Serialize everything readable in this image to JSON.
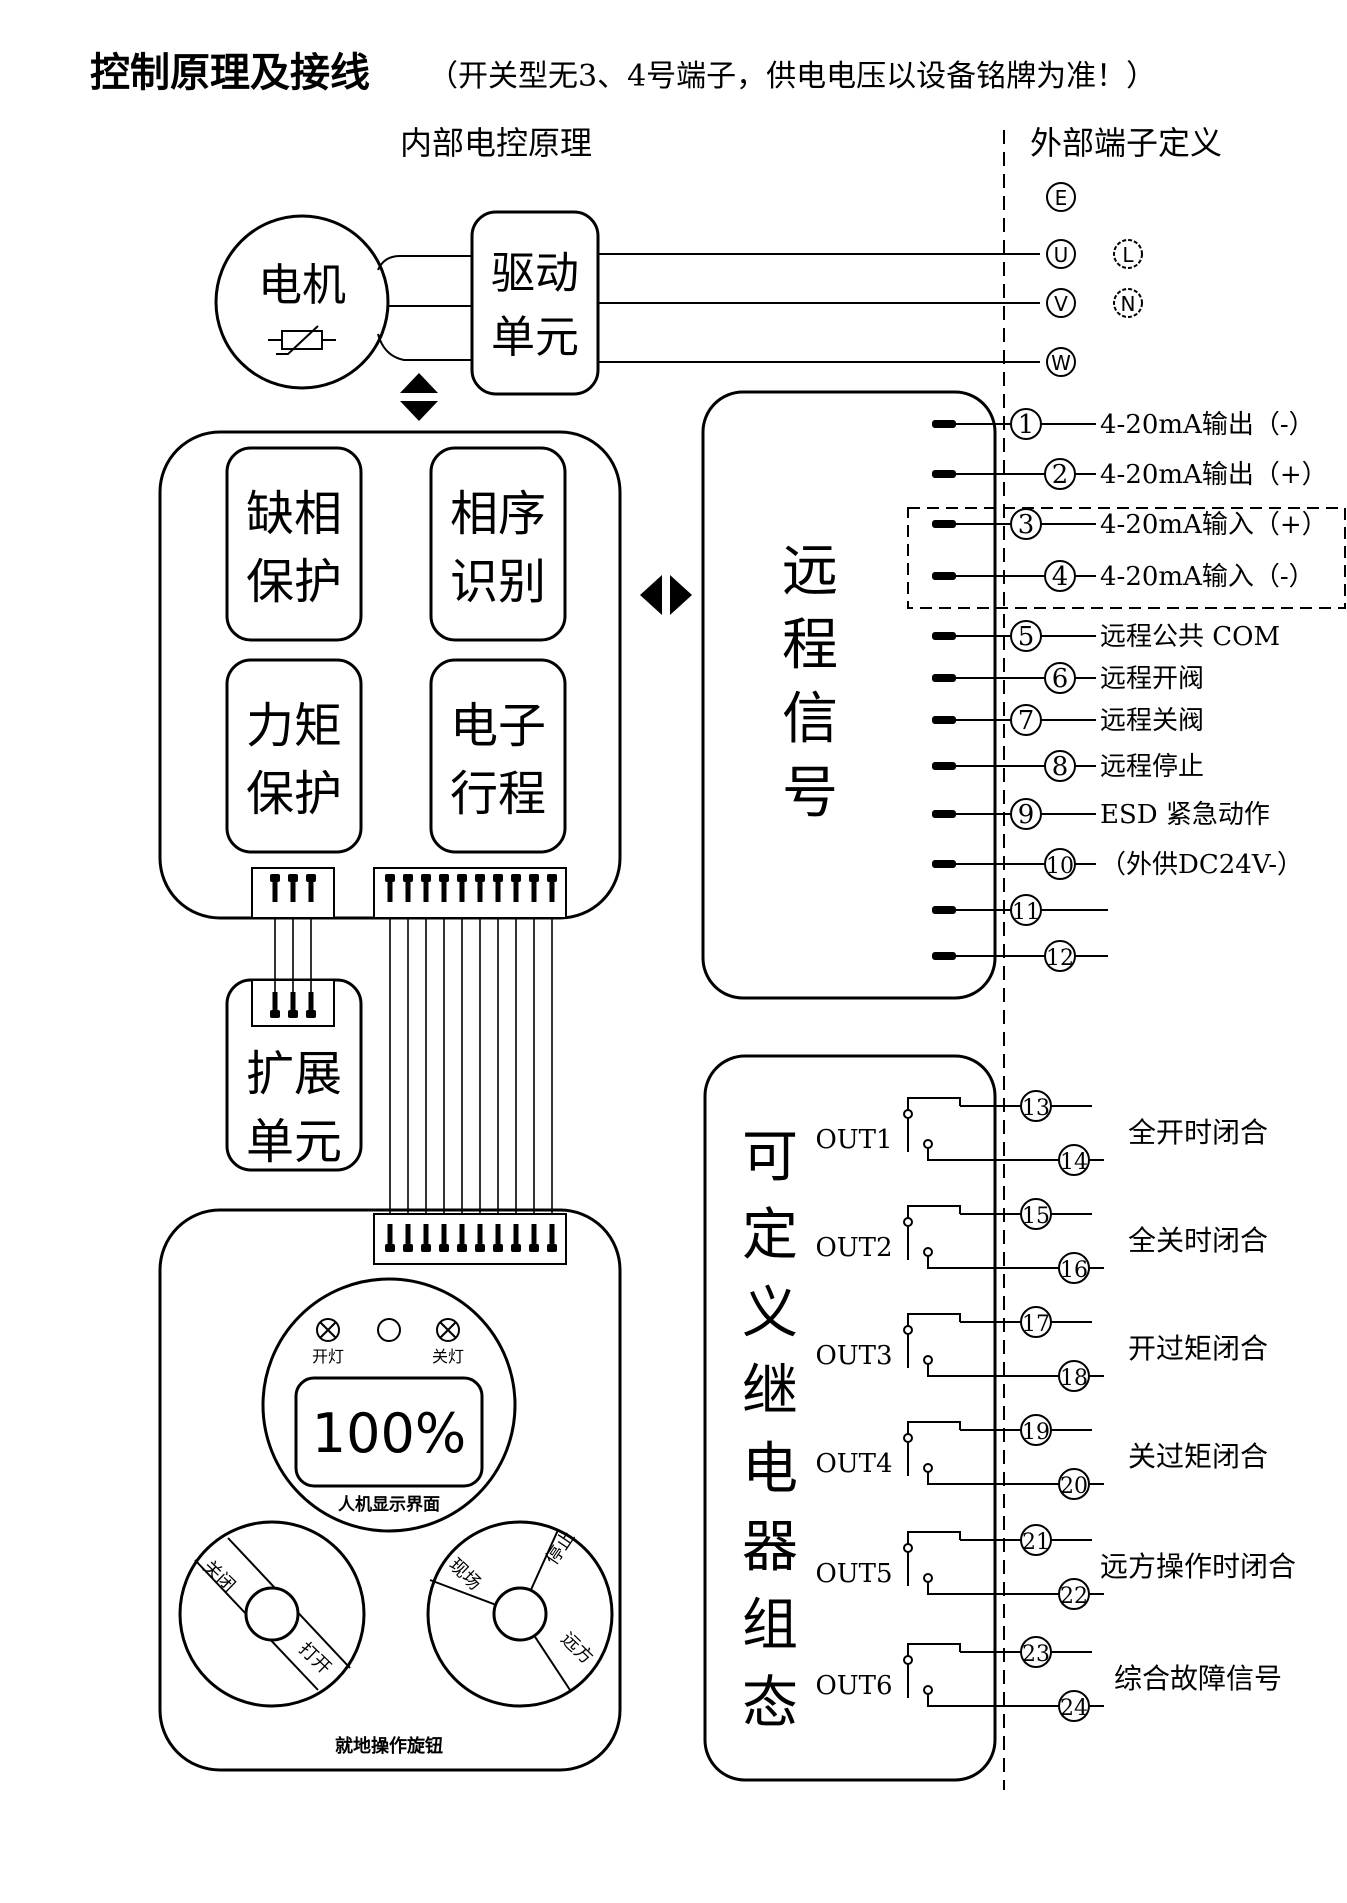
{
  "title": "控制原理及接线",
  "subtitle": "（开关型无3、4号端子，供电电压以设备铭牌为准！）",
  "section_internal": "内部电控原理",
  "section_external": "外部端子定义",
  "motor": "电机",
  "drive_unit": [
    "驱动",
    "单元"
  ],
  "power_terminals": [
    "E",
    "U",
    "V",
    "W"
  ],
  "alt_power_terminals": [
    "L",
    "N"
  ],
  "modules": [
    [
      "缺相",
      "保护"
    ],
    [
      "相序",
      "识别"
    ],
    [
      "力矩",
      "保护"
    ],
    [
      "电子",
      "行程"
    ]
  ],
  "expansion_unit": [
    "扩展",
    "单元"
  ],
  "remote_signal_label": [
    "远",
    "程",
    "信",
    "号"
  ],
  "remote_terminals": [
    {
      "num": "1",
      "label": "4-20mA输出（-）"
    },
    {
      "num": "2",
      "label": "4-20mA输出（+）"
    },
    {
      "num": "3",
      "label": "4-20mA输入（+）"
    },
    {
      "num": "4",
      "label": "4-20mA输入（-）"
    },
    {
      "num": "5",
      "label": "远程公共 COM"
    },
    {
      "num": "6",
      "label": "远程开阀"
    },
    {
      "num": "7",
      "label": "远程关阀"
    },
    {
      "num": "8",
      "label": "远程停止"
    },
    {
      "num": "9",
      "label": "ESD 紧急动作"
    },
    {
      "num": "10",
      "label": "（外供DC24V-）"
    },
    {
      "num": "11",
      "label": ""
    },
    {
      "num": "12",
      "label": ""
    }
  ],
  "relay_group_label": [
    "可",
    "定",
    "义",
    "继",
    "电",
    "器",
    "组",
    "态"
  ],
  "relays": [
    {
      "name": "OUT1",
      "terminals": [
        "13",
        "14"
      ],
      "function": "全开时闭合"
    },
    {
      "name": "OUT2",
      "terminals": [
        "15",
        "16"
      ],
      "function": "全关时闭合"
    },
    {
      "name": "OUT3",
      "terminals": [
        "17",
        "18"
      ],
      "function": "开过矩闭合"
    },
    {
      "name": "OUT4",
      "terminals": [
        "19",
        "20"
      ],
      "function": "关过矩闭合"
    },
    {
      "name": "OUT5",
      "terminals": [
        "21",
        "22"
      ],
      "function": "远方操作时闭合"
    },
    {
      "name": "OUT6",
      "terminals": [
        "23",
        "24"
      ],
      "function": "综合故障信号"
    }
  ],
  "panel": {
    "open_lamp": "开灯",
    "close_lamp": "关灯",
    "display_value": "100%",
    "display_caption": "人机显示界面",
    "knob_left": {
      "top": "关闭",
      "bottom": "打开"
    },
    "knob_right": {
      "left": "现场",
      "top": "停止",
      "bottom": "远方"
    },
    "knob_caption": "就地操作旋钮"
  }
}
